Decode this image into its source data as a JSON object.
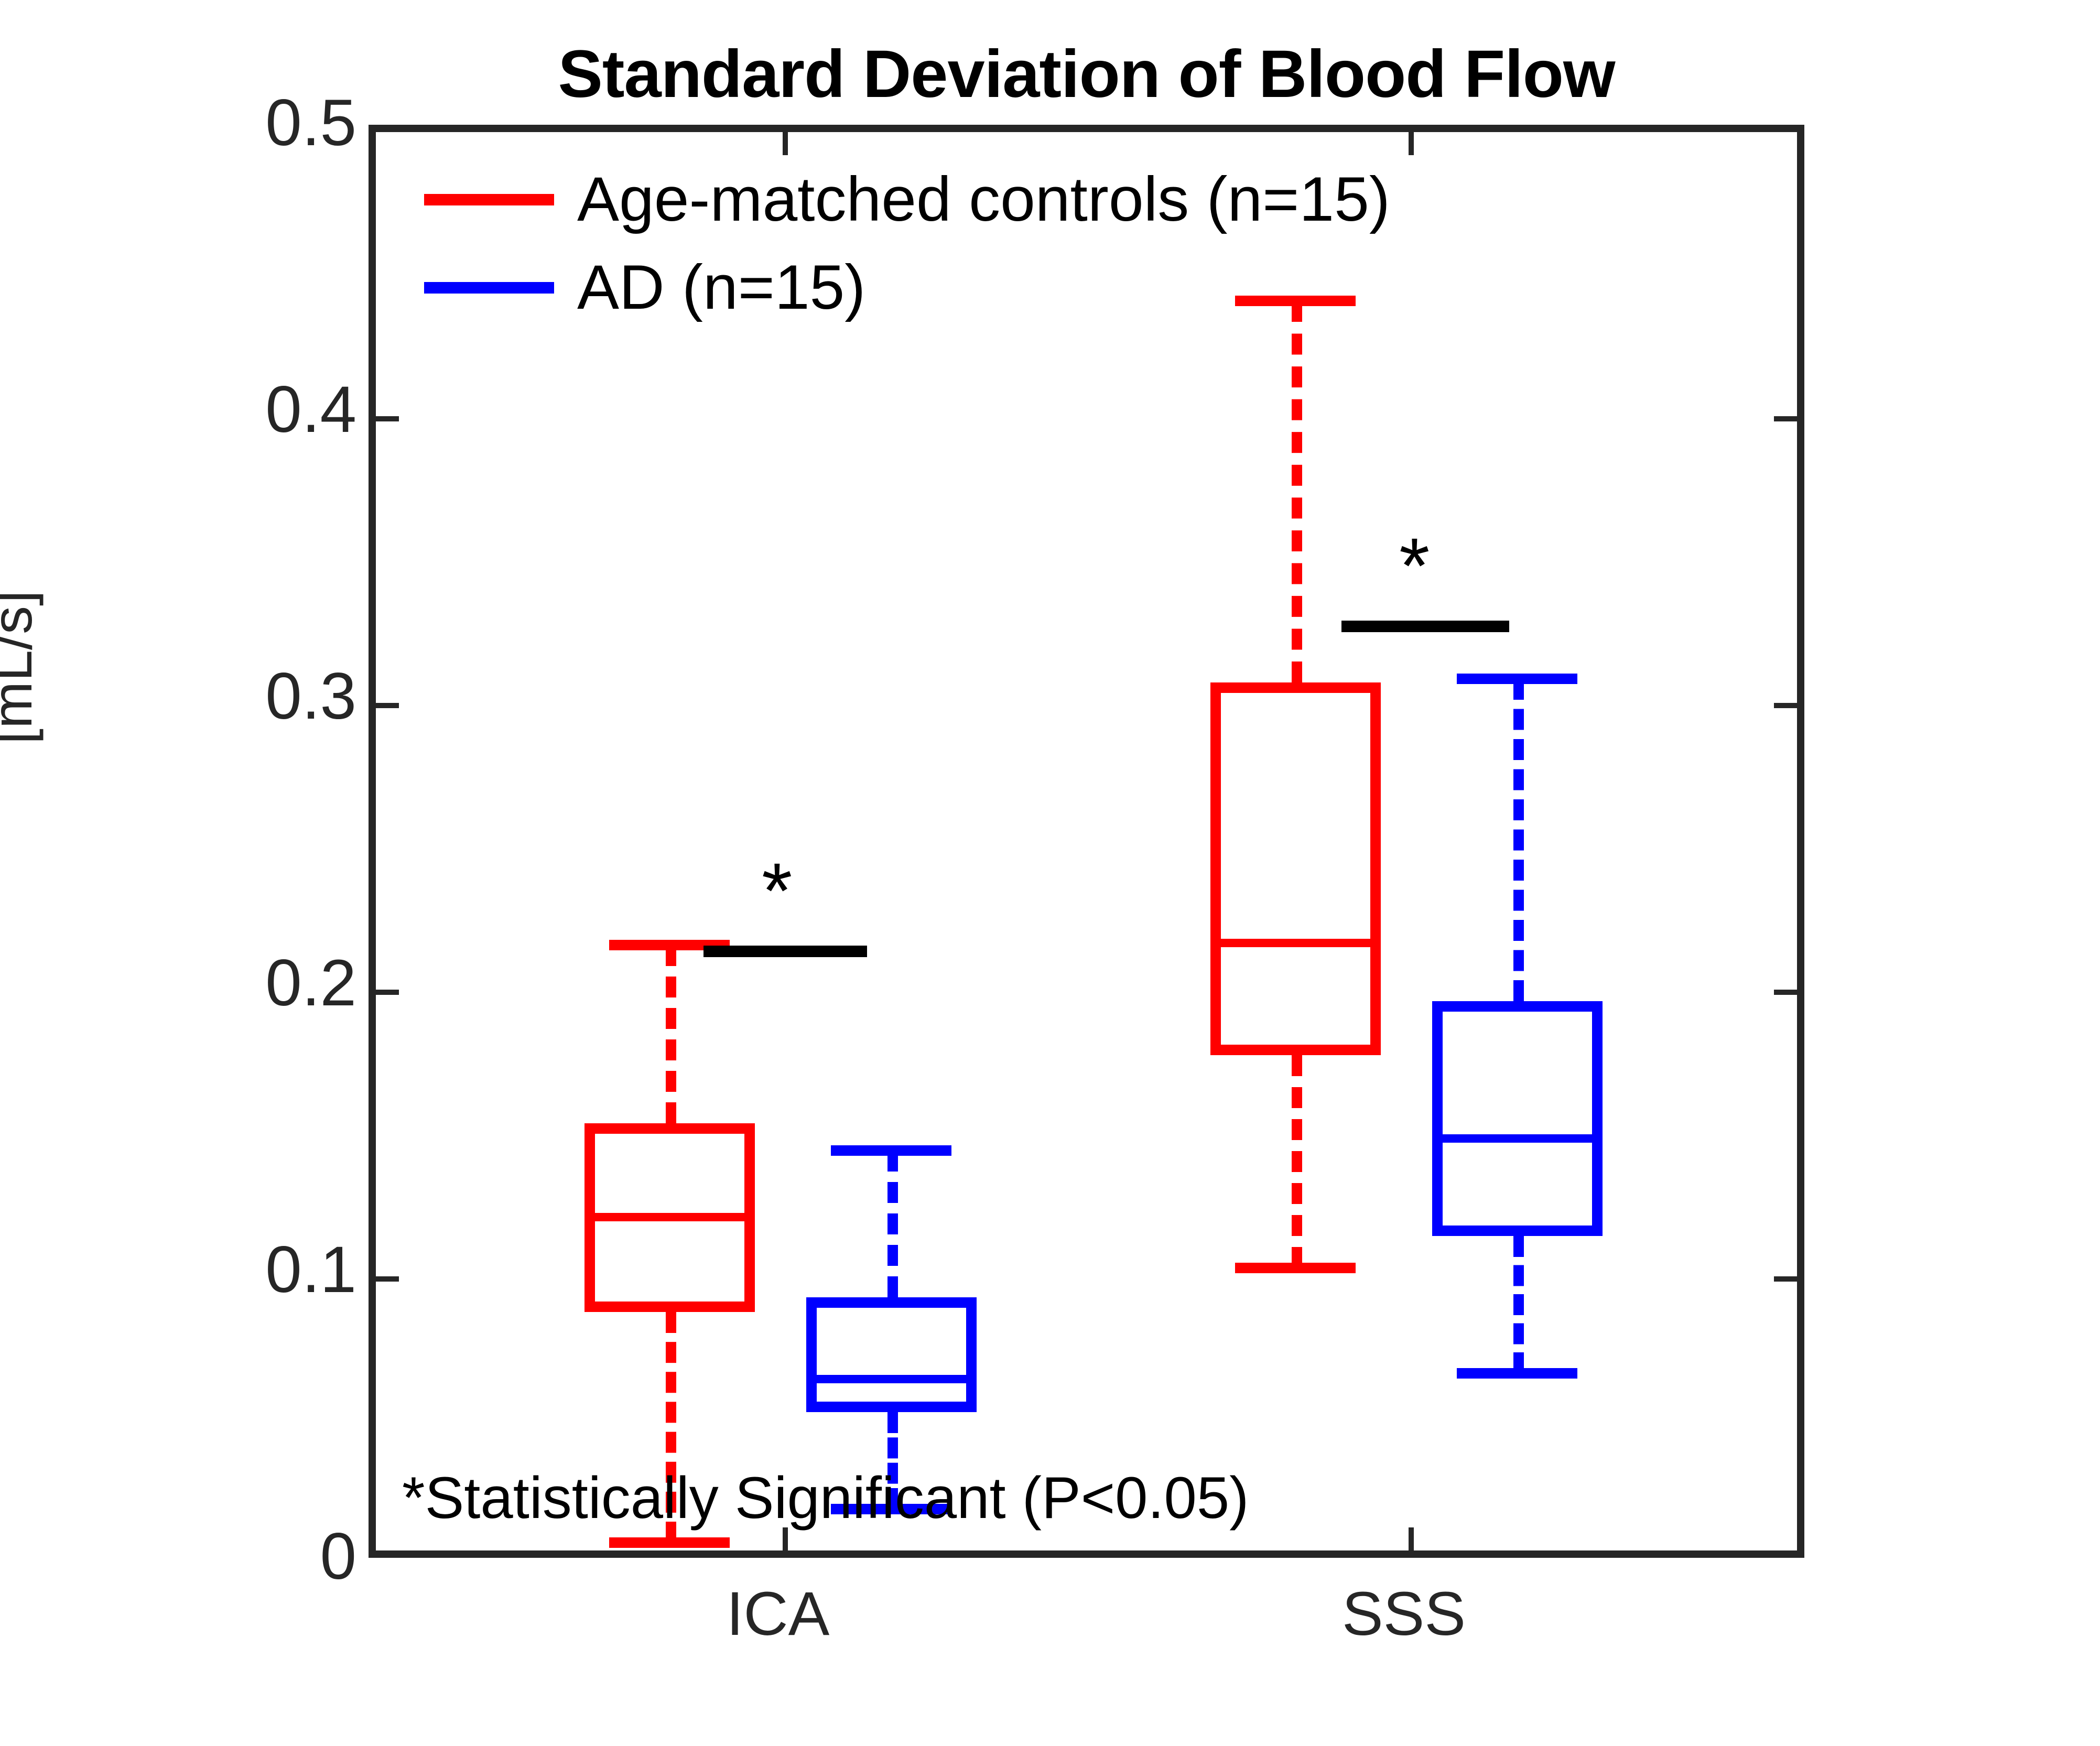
{
  "chart_data": {
    "type": "box",
    "title": "Standard Deviation of Blood Flow",
    "xlabel": "",
    "ylabel": "[mL/s]",
    "ylim": [
      0,
      0.5
    ],
    "yticks": [
      "0",
      "0.1",
      "0.2",
      "0.3",
      "0.4",
      "0.5"
    ],
    "ytick_values": [
      0,
      0.1,
      0.2,
      0.3,
      0.4,
      0.5
    ],
    "grid": false,
    "categories": [
      "ICA",
      "SSS"
    ],
    "legend_position": "upper-left",
    "series": [
      {
        "name": "Age-matched controls (n=15)",
        "color": "#FF0000",
        "boxes": [
          {
            "category": "ICA",
            "whisker_low": 0.04,
            "q1": 0.068,
            "median": 0.103,
            "q3": 0.134,
            "whisker_high": 0.207
          },
          {
            "category": "SSS",
            "whisker_low": 0.074,
            "q1": 0.178,
            "median": 0.217,
            "q3": 0.308,
            "whisker_high": 0.443
          }
        ]
      },
      {
        "name": "AD (n=15)",
        "color": "#0000FF",
        "boxes": [
          {
            "category": "ICA",
            "whisker_low": 0.03,
            "q1": 0.053,
            "median": 0.065,
            "q3": 0.093,
            "whisker_high": 0.145
          },
          {
            "category": "SSS",
            "whisker_low": 0.057,
            "q1": 0.115,
            "median": 0.149,
            "q3": 0.197,
            "whisker_high": 0.311
          }
        ]
      }
    ],
    "annotations": [
      {
        "type": "significance-bar",
        "category": "ICA",
        "y": 0.2145,
        "label": "*"
      },
      {
        "type": "significance-bar",
        "category": "SSS",
        "y": 0.3275,
        "label": "*"
      }
    ],
    "footnote": "*Statistically Significant (P<0.05)"
  },
  "title": {
    "text": "Standard Deviation of Blood Flow"
  },
  "axes": {
    "y_title": "[mL/s]",
    "y_ticks": [
      {
        "label": "0.5",
        "value": 0.5
      },
      {
        "label": "0.4",
        "value": 0.4
      },
      {
        "label": "0.3",
        "value": 0.3
      },
      {
        "label": "0.2",
        "value": 0.2
      },
      {
        "label": "0.1",
        "value": 0.1
      },
      {
        "label": "0",
        "value": 0
      }
    ],
    "x_ticks": [
      {
        "label": "ICA"
      },
      {
        "label": "SSS"
      }
    ]
  },
  "legend": {
    "entries": [
      {
        "label": "Age-matched controls (n=15)",
        "color": "#FF0000"
      },
      {
        "label": "AD (n=15)",
        "color": "#0000FF"
      }
    ]
  },
  "annotations": {
    "sig_star_ica": "*",
    "sig_star_sss": "*",
    "footnote": "*Statistically Significant (P<0.05)"
  },
  "colors": {
    "control": "#FF0000",
    "ad": "#0000FF",
    "axis": "#262626",
    "significance": "#000000",
    "background": "#FFFFFF"
  }
}
